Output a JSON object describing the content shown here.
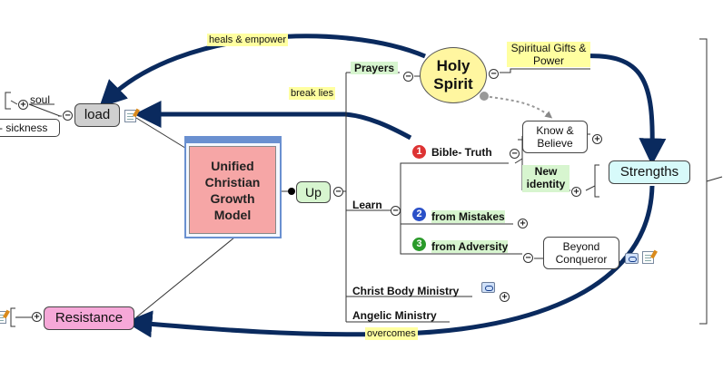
{
  "central": {
    "label": "Unified Christian Growth Model"
  },
  "nodes": {
    "holy_spirit": "Holy Spirit",
    "spiritual_gifts": "Spiritual Gifts & Power",
    "prayers": "Prayers",
    "break_lies": "break lies",
    "heals": "heals & empower",
    "load": "load",
    "soul": "soul",
    "sickness": "- sickness",
    "up": "Up",
    "learn": "Learn",
    "bible_truth": "Bible- Truth",
    "from_mistakes": "from Mistakes",
    "from_adversity": "from Adversity",
    "know_believe": "Know & Believe",
    "new_identity": "New identity",
    "strengths": "Strengths",
    "beyond_conqueror": "Beyond Conqueror",
    "christ_body": "Christ Body Ministry",
    "angelic": "Angelic Ministry",
    "resistance": "Resistance",
    "overcomes": "overcomes"
  },
  "priority_badges": [
    "1",
    "2",
    "3"
  ],
  "colors": {
    "arrow": "#0a2a5e",
    "central_fill": "#f6a6a6",
    "holy_spirit_fill": "#fff6a0",
    "load_fill": "#cfcfcf",
    "strengths_fill": "#d7fafa",
    "resistance_fill": "#f6a8d8",
    "up_fill": "#d7f5cf",
    "tag_fill": "#ffffa0"
  }
}
